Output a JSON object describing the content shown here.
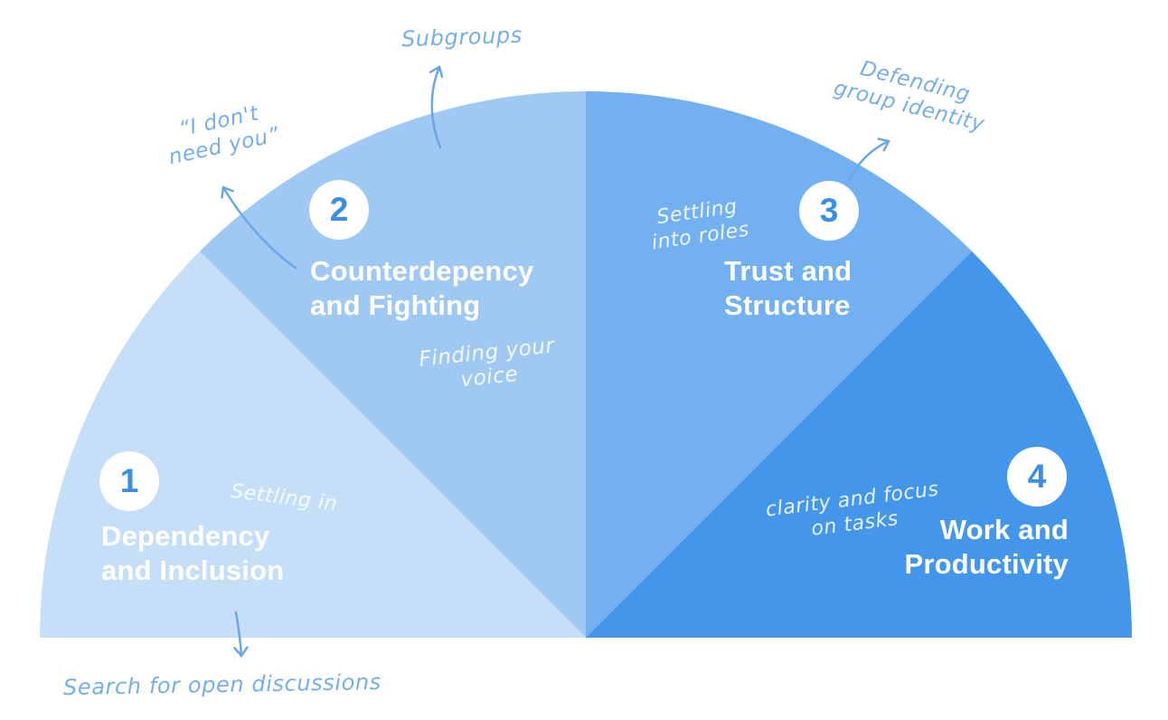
{
  "diagram": {
    "type": "semicircle-stage-diagram",
    "colors": {
      "segment1": "#c6dff8",
      "segment2": "#9fc8f3",
      "segment3": "#73b0ef",
      "segment4": "#4496eb",
      "badge_background": "#ffffff",
      "badge_number": "#3a8ee6",
      "title_text": "#ffffff",
      "annotation_text": "#76aeea",
      "arrow": "#6ba6e7"
    },
    "segments": [
      {
        "number": "1",
        "title": "Dependency and Inclusion",
        "title_lines": [
          "Dependency",
          "and Inclusion"
        ],
        "note": "Settling in",
        "note_lines": [
          "Settling in"
        ]
      },
      {
        "number": "2",
        "title": "Counterdepency and Fighting",
        "title_lines": [
          "Counterdepency",
          "and Fighting"
        ],
        "note": "Finding your voice",
        "note_lines": [
          "Finding your",
          "voice"
        ]
      },
      {
        "number": "3",
        "title": "Trust and Structure",
        "title_lines": [
          "Trust and",
          "Structure"
        ],
        "note": "Settling into roles",
        "note_lines": [
          "Settling",
          "into roles"
        ]
      },
      {
        "number": "4",
        "title": "Work and Productivity",
        "title_lines": [
          "Work and",
          "Productivity"
        ],
        "note": "clarity and focus on tasks",
        "note_lines": [
          "clarity and focus",
          "on tasks"
        ]
      }
    ],
    "annotations": {
      "subgroups": {
        "text": "Subgroups",
        "points_to_segment": "2"
      },
      "i_dont_need_you": {
        "text": "“I don't need you”",
        "lines": [
          "“I don't",
          "need you”"
        ],
        "points_to_segment": "2"
      },
      "defending_group_identity": {
        "text": "Defending group identity",
        "lines": [
          "Defending",
          "group identity"
        ],
        "points_to_segment": "3"
      },
      "search_for_open_discussions": {
        "text": "Search for open discussions",
        "points_to_segment": "1"
      }
    }
  }
}
